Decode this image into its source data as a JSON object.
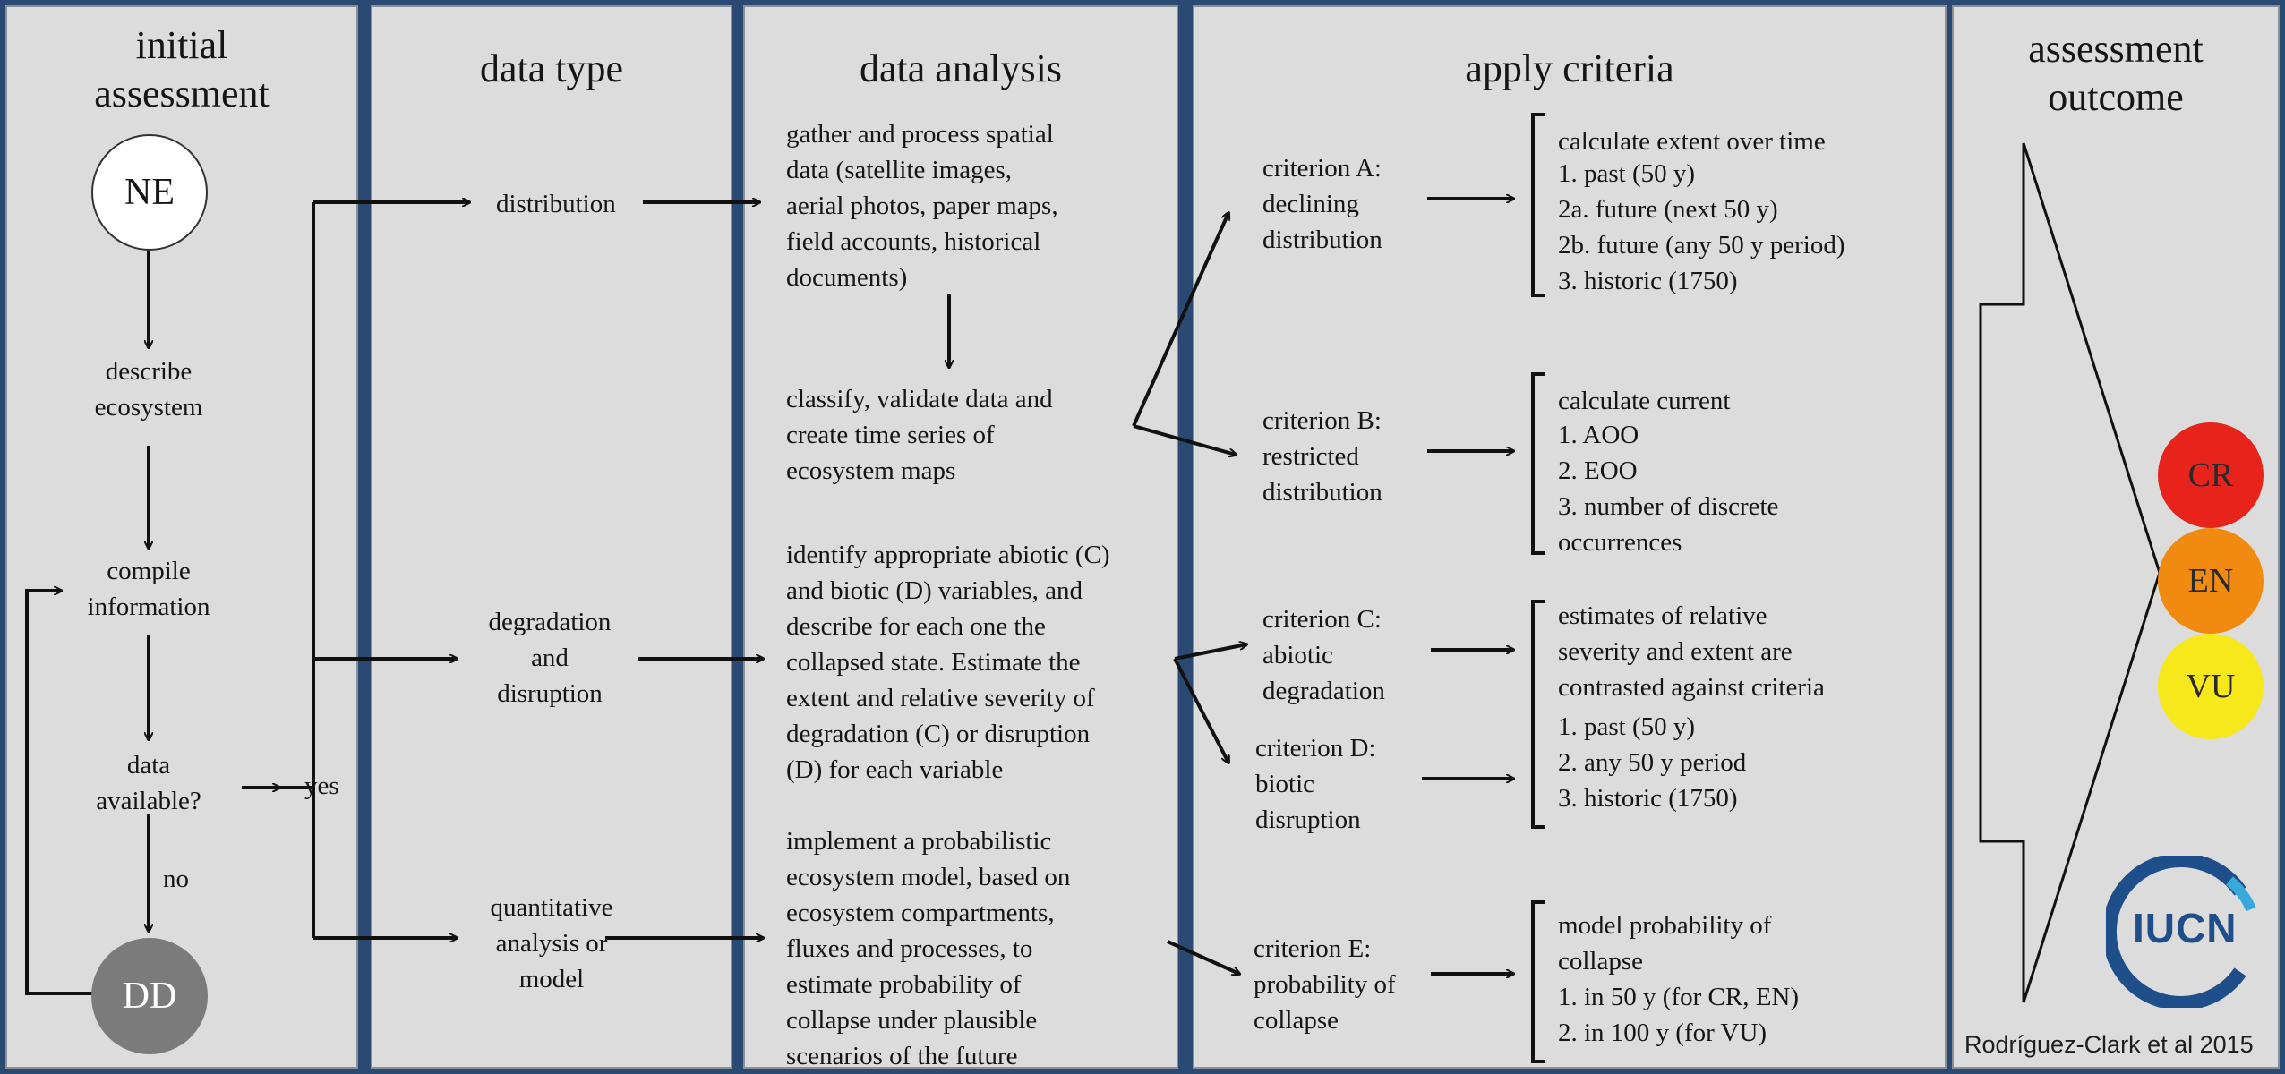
{
  "columns": {
    "initial": "initial\nassessment",
    "data_type": "data type",
    "data_analysis": "data analysis",
    "apply_criteria": "apply criteria",
    "outcome": "assessment\noutcome"
  },
  "initial": {
    "ne": "NE",
    "describe": "describe\necosystem",
    "compile": "compile\ninformation",
    "available": "data\navailable?",
    "no": "no",
    "yes": "yes",
    "dd": "DD"
  },
  "data_types": {
    "distribution": "distribution",
    "degradation": "degradation\nand\ndisruption",
    "quantitative": "quantitative\nanalysis or\nmodel"
  },
  "analysis": {
    "gather": "gather and process spatial\ndata (satellite images,\naerial photos, paper maps,\nfield accounts, historical\ndocuments)",
    "classify": "classify, validate data and\ncreate time series of\necosystem maps",
    "identify": "identify appropriate abiotic (C)\nand biotic (D) variables, and\ndescribe for each one the\ncollapsed state. Estimate the\nextent and relative severity of\ndegradation (C) or disruption\n(D) for each variable",
    "implement": "implement a probabilistic\necosystem model, based on\necosystem compartments,\nfluxes and processes, to\nestimate probability of\ncollapse under plausible\nscenarios of the future"
  },
  "criteria": {
    "a": "criterion A:\ndeclining\ndistribution",
    "b": "criterion B:\nrestricted\ndistribution",
    "c": "criterion C:\nabiotic\ndegradation",
    "d": "criterion D:\nbiotic\ndisruption",
    "e": "criterion E:\nprobability of\ncollapse"
  },
  "details": {
    "a_title": "calculate extent over time",
    "a_items": "1.    past (50 y)\n2a.  future (next 50 y)\n2b.  future (any 50 y period)\n3.    historic (1750)",
    "b_title": "calculate current",
    "b_items": "1. AOO\n2. EOO\n3. number of discrete\n    occurrences",
    "cd_title": "estimates of relative\nseverity and extent are\ncontrasted against criteria",
    "cd_items": "1. past (50 y)\n2. any 50 y period\n3. historic (1750)",
    "e_title": "model probability of\ncollapse",
    "e_items": "1. in 50 y (for CR, EN)\n2. in 100 y (for VU)"
  },
  "outcomes": [
    {
      "label": "CR",
      "color": "#e8231c"
    },
    {
      "label": "EN",
      "color": "#f08a11"
    },
    {
      "label": "VU",
      "color": "#f6e81a"
    }
  ],
  "logo": {
    "text": "IUCN",
    "color": "#1f4f8a"
  },
  "credit": "Rodríguez-Clark et al 2015"
}
